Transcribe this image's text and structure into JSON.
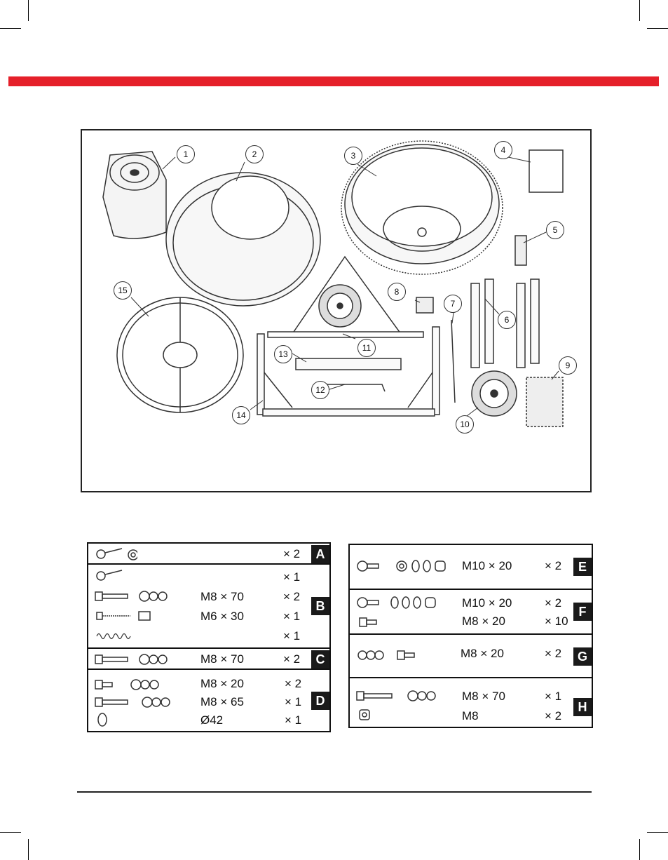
{
  "brand_color": "#e5202a",
  "diagram": {
    "callouts": [
      "1",
      "2",
      "3",
      "4",
      "5",
      "6",
      "7",
      "8",
      "9",
      "10",
      "11",
      "12",
      "13",
      "14",
      "15"
    ]
  },
  "groups_left": [
    {
      "letter": "A",
      "rows": [
        {
          "spec": "",
          "qty": "× 2"
        }
      ]
    },
    {
      "letter": "B",
      "rows": [
        {
          "spec": "",
          "qty": "× 1"
        },
        {
          "spec": "M8 × 70",
          "qty": "× 2"
        },
        {
          "spec": "M6 × 30",
          "qty": "× 1"
        },
        {
          "spec": "",
          "qty": "× 1"
        }
      ]
    },
    {
      "letter": "C",
      "rows": [
        {
          "spec": "M8 × 70",
          "qty": "× 2"
        }
      ]
    },
    {
      "letter": "D",
      "rows": [
        {
          "spec": "M8 × 20",
          "qty": "× 2"
        },
        {
          "spec": "M8 × 65",
          "qty": "× 1"
        },
        {
          "spec": "Ø42",
          "qty": "× 1"
        }
      ]
    }
  ],
  "groups_right": [
    {
      "letter": "E",
      "rows": [
        {
          "spec": "M10 × 20",
          "qty": "× 2"
        }
      ]
    },
    {
      "letter": "F",
      "rows": [
        {
          "spec": "M10 × 20",
          "qty": "× 2"
        },
        {
          "spec": "M8 × 20",
          "qty": "× 10"
        }
      ]
    },
    {
      "letter": "G",
      "rows": [
        {
          "spec": "M8 × 20",
          "qty": "× 2"
        }
      ]
    },
    {
      "letter": "H",
      "rows": [
        {
          "spec": "M8 × 70",
          "qty": "× 1"
        },
        {
          "spec": "M8",
          "qty": "× 2"
        }
      ]
    }
  ]
}
